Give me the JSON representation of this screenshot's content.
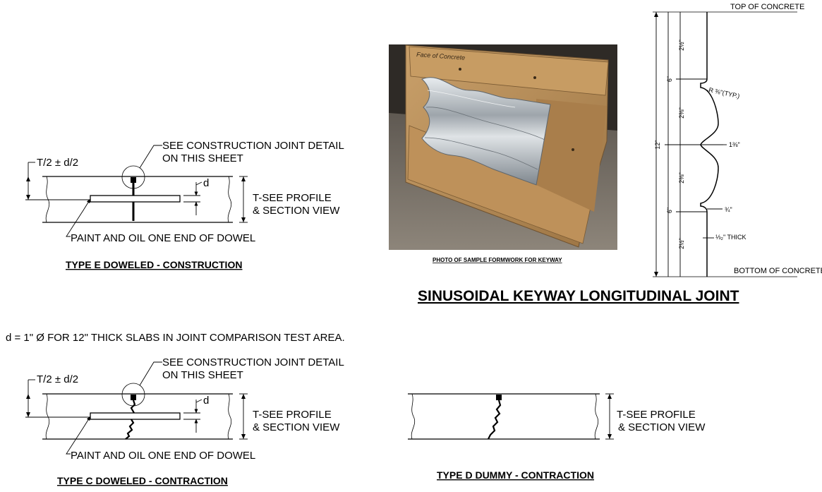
{
  "joint_e": {
    "offset_label": "T/2 ± d/2",
    "callout_line1": "SEE CONSTRUCTION JOINT DETAIL",
    "callout_line2": "ON THIS SHEET",
    "d_label": "d",
    "thickness_line1": "T-SEE PROFILE",
    "thickness_line2": "& SECTION VIEW",
    "dowel_note": "PAINT AND OIL ONE END OF DOWEL",
    "title": "TYPE E DOWELED - CONSTRUCTION"
  },
  "dowel_note": "d = 1\" Ø FOR 12\" THICK SLABS IN JOINT COMPARISON TEST AREA.",
  "joint_c": {
    "offset_label": "T/2 ± d/2",
    "callout_line1": "SEE CONSTRUCTION JOINT DETAIL",
    "callout_line2": "ON THIS SHEET",
    "d_label": "d",
    "thickness_line1": "T-SEE PROFILE",
    "thickness_line2": "& SECTION VIEW",
    "dowel_note": "PAINT AND OIL ONE END OF DOWEL",
    "title": "TYPE C DOWELED - CONTRACTION"
  },
  "joint_d": {
    "thickness_line1": "T-SEE PROFILE",
    "thickness_line2": "& SECTION VIEW",
    "title": "TYPE D DUMMY - CONTRACTION"
  },
  "photo": {
    "caption": "PHOTO OF SAMPLE FORMWORK FOR KEYWAY",
    "board_writing": "Face of Concrete"
  },
  "keyway": {
    "title": "SINUSOIDAL KEYWAY LONGITUDINAL JOINT",
    "top_label": "TOP OF CONCRETE",
    "bottom_label": "BOTTOM OF CONCRETE",
    "total_depth": "12\"",
    "upper_half": "6\"",
    "lower_half": "6\"",
    "seg_top": "2½\"",
    "seg_upper_wave": "2⅜\"",
    "seg_lower_wave": "2⅜\"",
    "seg_bottom": "2½\"",
    "radius_note": "R ⅜\"(TYP.)",
    "amplitude": "1⅜\"",
    "offset": "¾\"",
    "thickness_note": "⅓₂\" THICK"
  },
  "colors": {
    "line": "#000000",
    "background": "#ffffff",
    "plywood": "#b98c52",
    "galvanized": "#a9afb4",
    "concrete": "#7b7368"
  }
}
